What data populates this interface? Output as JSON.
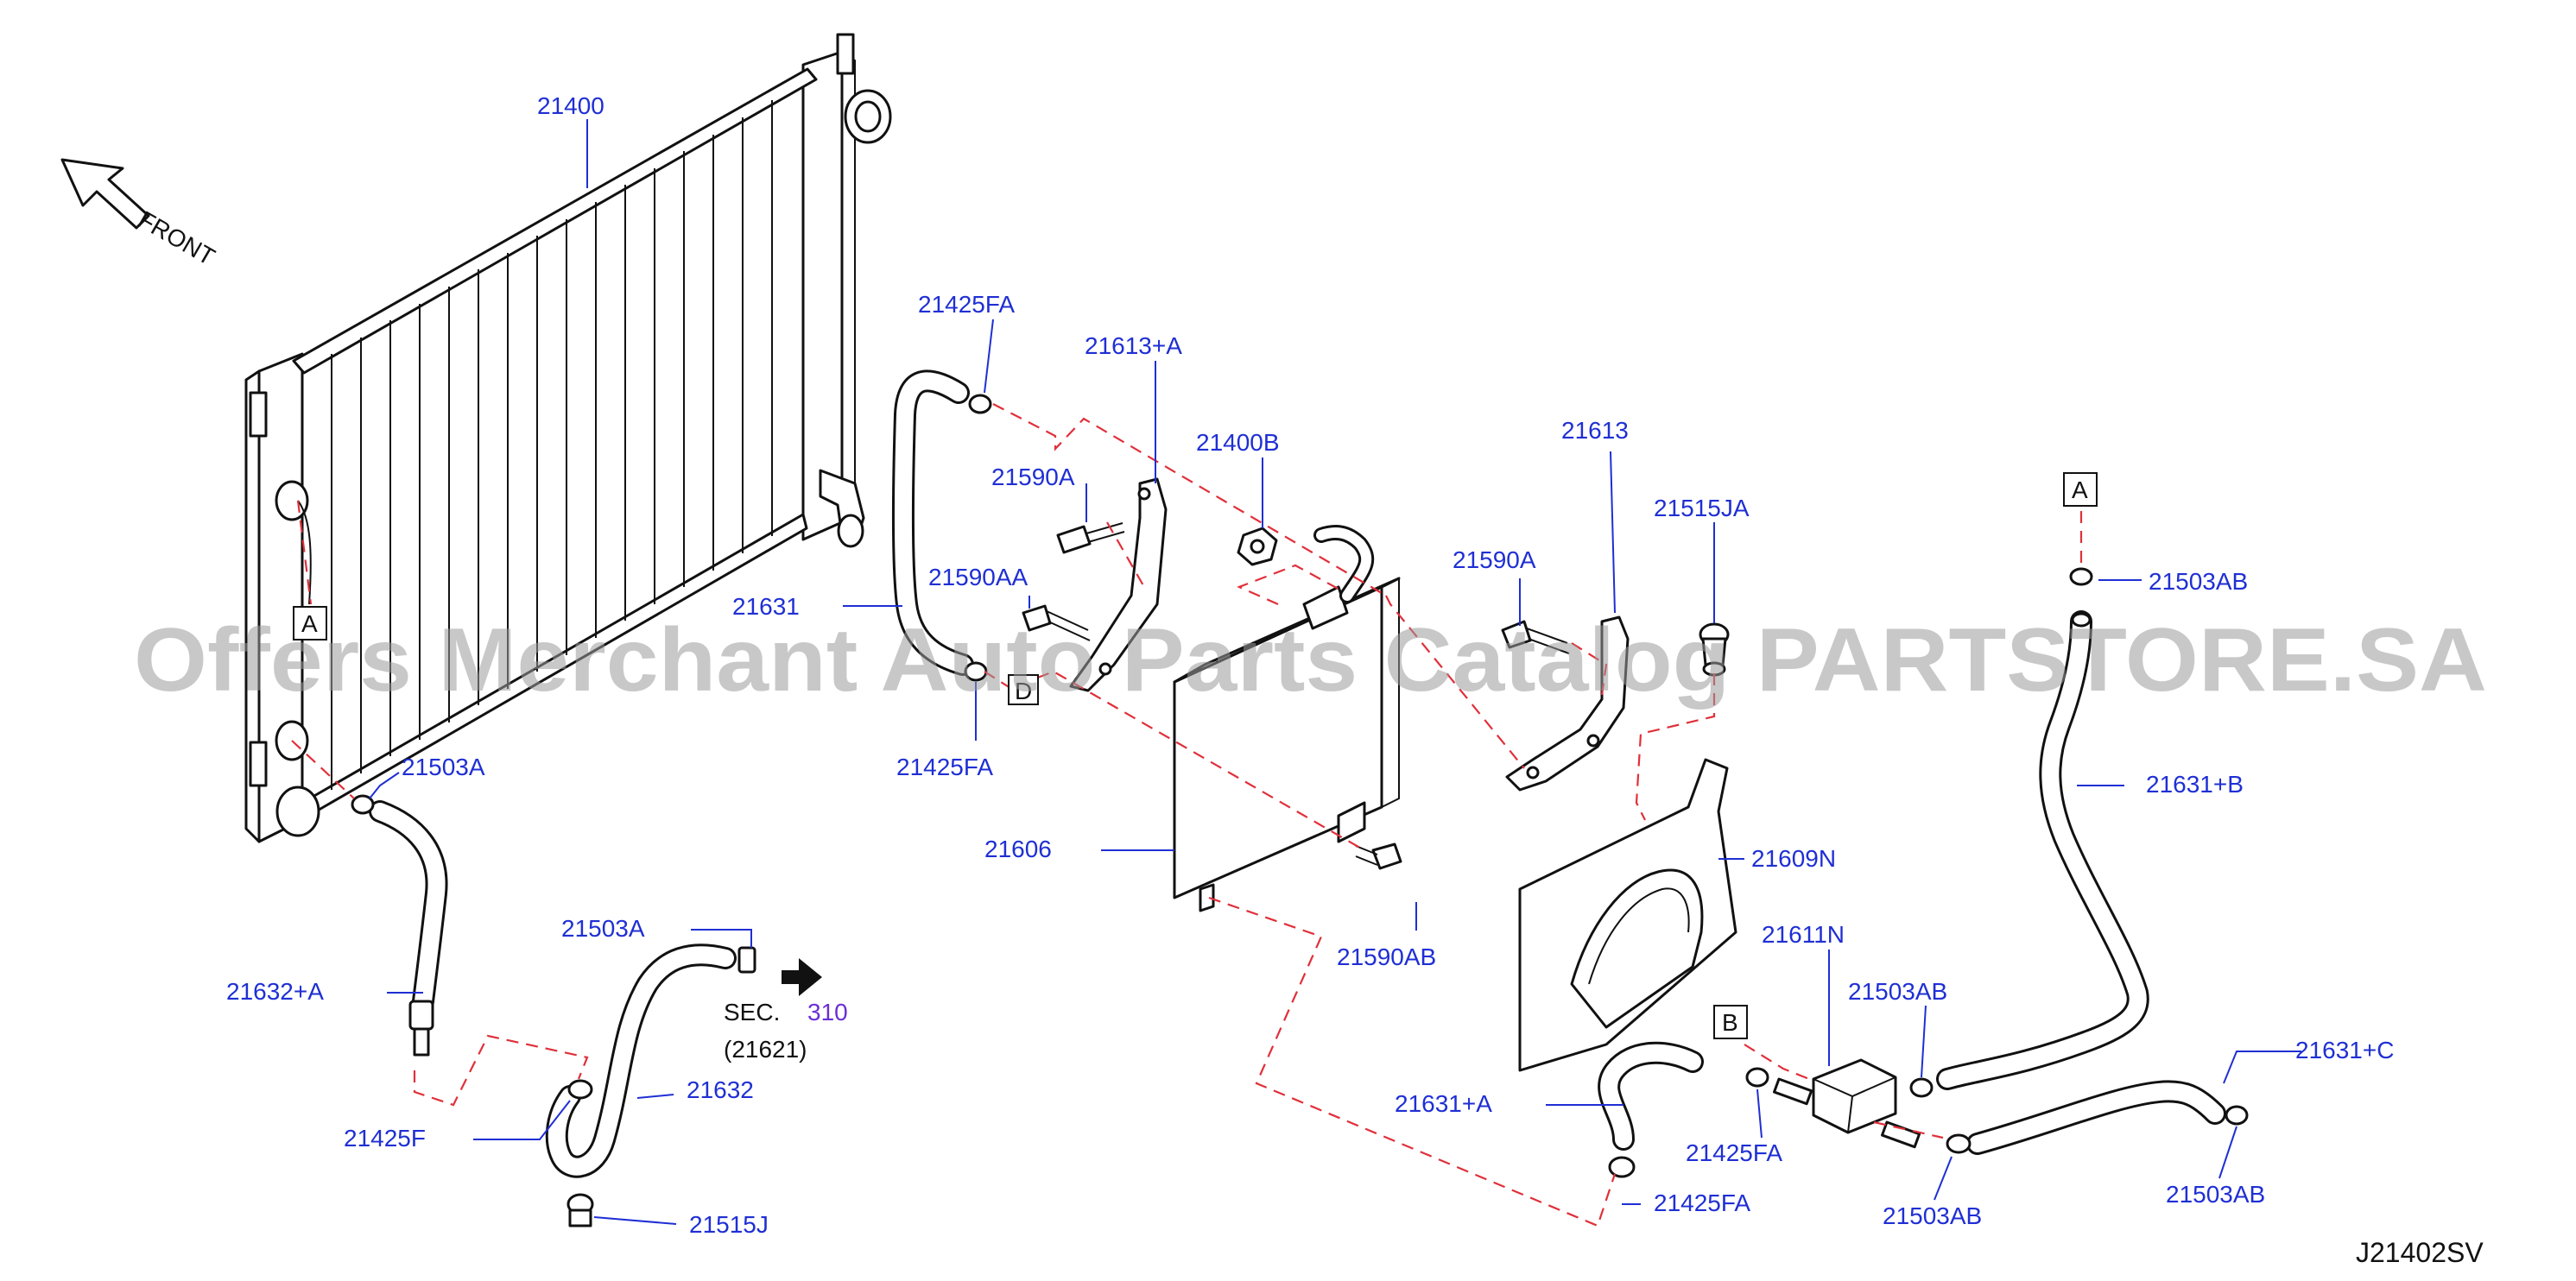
{
  "direction": {
    "arrow_label": "FRONT"
  },
  "watermark": "Offers Merchant Auto Parts Catalog PARTSTORE.SA",
  "diagram_code": "J21402SV",
  "section_ref": {
    "prefix": "SEC.",
    "number": "310",
    "sub": "(21621)"
  },
  "callouts": {
    "a": "A",
    "b": "B",
    "d": "D"
  },
  "colors": {
    "label": "#1f2fd4",
    "dashed_line": "#e0303a",
    "section_number": "#6a2fd4",
    "watermark": "#9a9a9a"
  },
  "parts": {
    "p21400": "21400",
    "p21425FA_top": "21425FA",
    "p21613A": "21613+A",
    "p21400B": "21400B",
    "p21613": "21613",
    "p21590A_left": "21590A",
    "p21590A_right": "21590A",
    "p21515JA": "21515JA",
    "p21590AA": "21590AA",
    "p21631": "21631",
    "p21503AB_top": "21503AB",
    "p21425FA_mid": "21425FA",
    "p21503A_left": "21503A",
    "p21631B": "21631+B",
    "p21606": "21606",
    "p21609N": "21609N",
    "p21503A_mid": "21503A",
    "p21632A": "21632+A",
    "p21590AB": "21590AB",
    "p21611N": "21611N",
    "p21503AB_mid": "21503AB",
    "p21631C": "21631+C",
    "p21632": "21632",
    "p21425F": "21425F",
    "p21631A": "21631+A",
    "p21425FA_b1": "21425FA",
    "p21425FA_b2": "21425FA",
    "p21503AB_b1": "21503AB",
    "p21503AB_b2": "21503AB",
    "p21515J": "21515J"
  }
}
